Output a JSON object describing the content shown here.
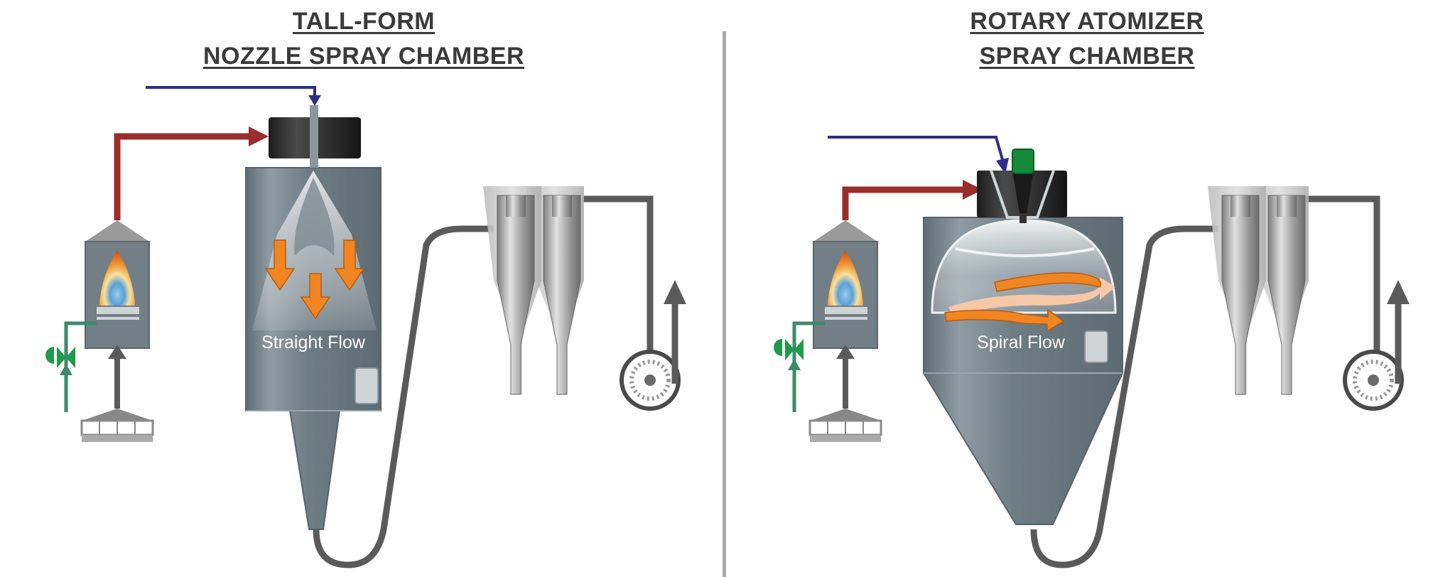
{
  "diagram": {
    "left_panel": {
      "title_line1": "TALL-FORM",
      "title_line2": "NOZZLE SPRAY CHAMBER",
      "flow_label": "Straight Flow"
    },
    "right_panel": {
      "title_line1": "ROTARY ATOMIZER",
      "title_line2": "SPRAY CHAMBER",
      "flow_label": "Spiral Flow"
    }
  },
  "colors": {
    "chamber": "#6e7c84",
    "hot_air_pipe": "#9b2d2a",
    "feed_pipe": "#2e2c8a",
    "flow_arrow": "#f08522",
    "exhaust_pipe": "#5a5a5a",
    "gas_valve": "#1f9a4a",
    "divider": "#aaaaaa"
  }
}
